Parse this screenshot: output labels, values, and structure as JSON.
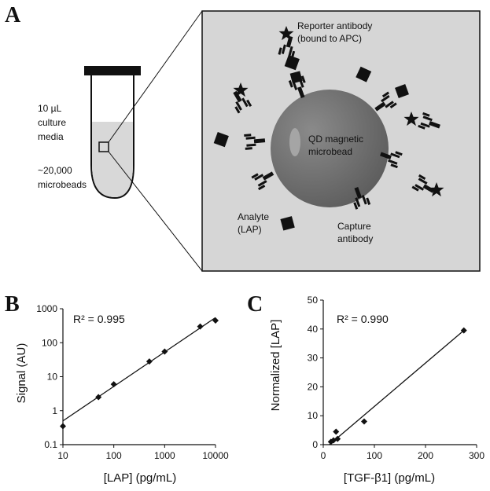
{
  "panels": {
    "a": "A",
    "b": "B",
    "c": "C"
  },
  "schematic": {
    "tube_label_volume": "10 µL",
    "tube_label_culture": "culture",
    "tube_label_media": "media",
    "tube_label_count": "~20,000",
    "tube_label_microbeads": "microbeads",
    "reporter_line1": "Reporter antibody",
    "reporter_line2": "(bound to APC)",
    "bead_line1": "QD magnetic",
    "bead_line2": "microbead",
    "analyte_line1": "Analyte",
    "analyte_line2": "(LAP)",
    "capture_line1": "Capture",
    "capture_line2": "antibody"
  },
  "chart_data": [
    {
      "type": "scatter",
      "x_scale": "log",
      "y_scale": "log",
      "xlabel": "[LAP] (pg/mL)",
      "ylabel": "Signal (AU)",
      "annotation": "R² = 0.995",
      "xlim": [
        10,
        10000
      ],
      "ylim": [
        0.1,
        1000
      ],
      "x_ticks": [
        "10",
        "100",
        "1000",
        "10000"
      ],
      "y_ticks": [
        "0.1",
        "1",
        "10",
        "100",
        "1000"
      ],
      "points": [
        {
          "x": 10,
          "y": 0.35
        },
        {
          "x": 50,
          "y": 2.5
        },
        {
          "x": 100,
          "y": 6
        },
        {
          "x": 500,
          "y": 28
        },
        {
          "x": 1000,
          "y": 55
        },
        {
          "x": 5000,
          "y": 300
        },
        {
          "x": 10000,
          "y": 450
        }
      ],
      "fit_line": [
        {
          "x": 10,
          "y": 0.5
        },
        {
          "x": 10000,
          "y": 550
        }
      ],
      "grid": false
    },
    {
      "type": "scatter",
      "xlabel": "[TGF-β1] (pg/mL)",
      "ylabel": "Normalized [LAP]",
      "annotation": "R² = 0.990",
      "xlim": [
        0,
        300
      ],
      "ylim": [
        0,
        50
      ],
      "x_ticks": [
        "0",
        "100",
        "200",
        "300"
      ],
      "y_ticks": [
        "0",
        "10",
        "20",
        "30",
        "40",
        "50"
      ],
      "points": [
        {
          "x": 15,
          "y": 1
        },
        {
          "x": 20,
          "y": 1.5
        },
        {
          "x": 25,
          "y": 4.5
        },
        {
          "x": 28,
          "y": 2
        },
        {
          "x": 80,
          "y": 8
        },
        {
          "x": 275,
          "y": 39.5
        }
      ],
      "fit_line": [
        {
          "x": 12,
          "y": 0
        },
        {
          "x": 275,
          "y": 39.5
        }
      ],
      "grid": false
    }
  ]
}
